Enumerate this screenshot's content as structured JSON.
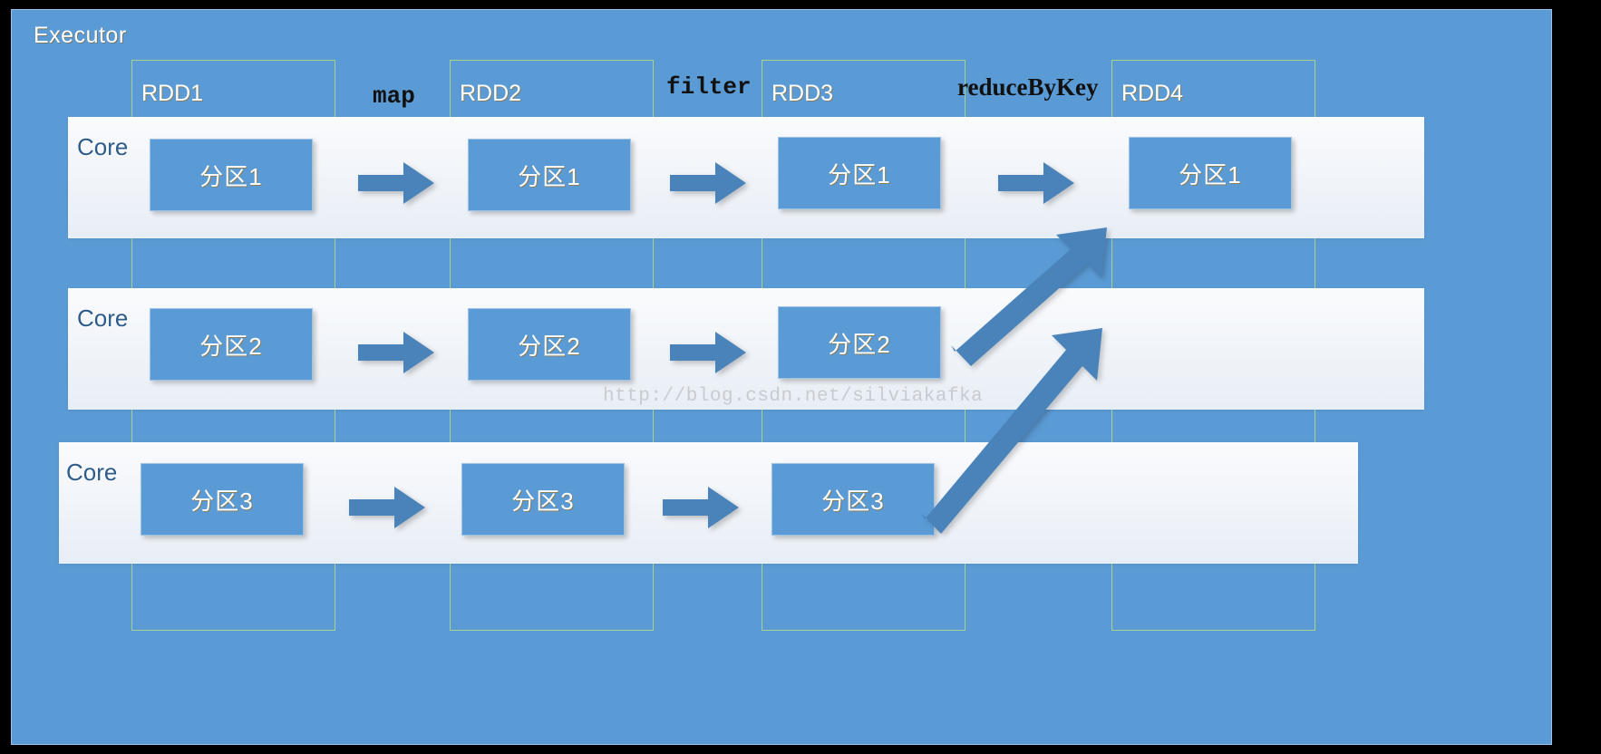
{
  "diagram": {
    "title": "Executor",
    "watermark": "http://blog.csdn.net/silviakafka",
    "colors": {
      "background": "#000000",
      "executor_fill": "#5B9BD5",
      "executor_border": "#9CC3E5",
      "rdd_border": "#A9D18E",
      "core_band": "#FFFFFF",
      "partition_fill": "#5B9BD5",
      "arrow_fill": "#4A83BA",
      "core_label": "#2E5C8A",
      "op_label": "#111111"
    }
  },
  "rdds": [
    {
      "id": "rdd1",
      "label": "RDD1"
    },
    {
      "id": "rdd2",
      "label": "RDD2"
    },
    {
      "id": "rdd3",
      "label": "RDD3"
    },
    {
      "id": "rdd4",
      "label": "RDD4"
    }
  ],
  "operations": [
    {
      "id": "map",
      "label": "map",
      "from": "RDD1",
      "to": "RDD2",
      "kind": "narrow"
    },
    {
      "id": "filter",
      "label": "filter",
      "from": "RDD2",
      "to": "RDD3",
      "kind": "narrow"
    },
    {
      "id": "reduceByKey",
      "label": "reduceByKey",
      "from": "RDD3",
      "to": "RDD4",
      "kind": "shuffle"
    }
  ],
  "cores": [
    {
      "id": "core1",
      "label": "Core"
    },
    {
      "id": "core2",
      "label": "Core"
    },
    {
      "id": "core3",
      "label": "Core"
    }
  ],
  "partitions": {
    "rdd1": [
      "分区1",
      "分区2",
      "分区3"
    ],
    "rdd2": [
      "分区1",
      "分区2",
      "分区3"
    ],
    "rdd3": [
      "分区1",
      "分区2",
      "分区3"
    ],
    "rdd4": [
      "分区1"
    ]
  }
}
